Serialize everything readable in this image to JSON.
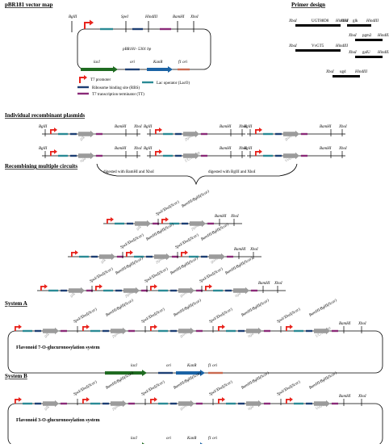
{
  "vector": {
    "title": "pBR181 vector map",
    "plasmid": "pBR181- 5301 bp",
    "sites": [
      "BglII",
      "SpeI",
      "HindIII",
      "BamHI",
      "XhoI"
    ],
    "elements": [
      "lacI",
      "ori",
      "KanR",
      "f1 ori"
    ]
  },
  "legend": {
    "promoter": "T7 promoter",
    "laco": "Lac operator (LacO)",
    "rbs": "Ribosome binding site (RBS)",
    "tt": "T7 transcription terminator (TT)"
  },
  "primer": {
    "title": "Primer design",
    "xba": "XbaI",
    "hind": "HindIII",
    "genes": [
      "UGT88D8",
      "VvGT5",
      "glk",
      "pgm2",
      "galU",
      "ugd"
    ]
  },
  "plasmids": {
    "title": "Individual recombinant plasmids",
    "genes": [
      "glk",
      "pgm2",
      "galU",
      "ugd",
      "UGT88D8",
      "VvGT5"
    ],
    "bgl": "BglII",
    "bam": "BamHI",
    "xho": "XhoI"
  },
  "recombining": {
    "title": "Recombining multiple circuits",
    "left": "digested with BamHI and XhoI",
    "right": "digested with BglII and XhoI",
    "scar1": "SpeI/XbaI(Scar)",
    "scar2": "BamHI/BglII(Scar)",
    "rows": [
      [
        "glk",
        "pgm2"
      ],
      [
        "glk",
        "pgm2",
        "galU"
      ],
      [
        "glk",
        "pgm2",
        "galU",
        "ugd"
      ]
    ]
  },
  "systemA": {
    "title": "System A",
    "name": "Flavonoid 7-O-glucuronosylation system",
    "genes": [
      "glk",
      "pgm2",
      "galU",
      "ugd",
      "UGT88D8"
    ]
  },
  "systemB": {
    "title": "System B",
    "name": "Flavonoid 3-O-glucuronosylation system",
    "genes": [
      "glk",
      "pgm2",
      "galU",
      "ugd",
      "VvGT5"
    ]
  },
  "colors": {
    "promoter": "#e8231c",
    "laco": "#2a8a95",
    "rbs": "#1d3f74",
    "gene": "#9b9b9b",
    "tt": "#8a2a78",
    "lacI": "#1f6b21",
    "kan": "#1b63a5",
    "f1": "#c9694f"
  }
}
